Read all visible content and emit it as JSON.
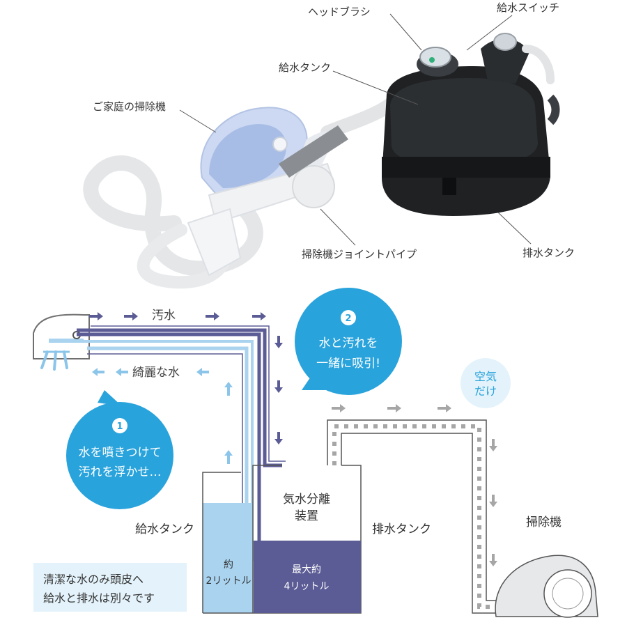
{
  "photo_labels": {
    "head_brush": "ヘッドブラシ",
    "supply_switch": "給水スイッチ",
    "supply_tank": "給水タンク",
    "home_vacuum": "ご家庭の掃除機",
    "joint_pipe": "掃除機ジョイントパイプ",
    "drain_tank": "排水タンク"
  },
  "diagram": {
    "dirty_water": "汚水",
    "clean_water": "綺麗な水",
    "bubble1": {
      "number": "1",
      "line1": "水を噴きつけて",
      "line2": "汚れを浮かせ…"
    },
    "bubble2": {
      "number": "2",
      "line1": "水と汚れを",
      "line2": "一緒に吸引!"
    },
    "air_only": {
      "line1": "空気",
      "line2": "だけ"
    },
    "separator": {
      "line1": "気水分離",
      "line2": "装置"
    },
    "supply_tank_label": "給水タンク",
    "drain_tank_label": "排水タンク",
    "vacuum_label": "掃除機",
    "supply_capacity": {
      "line1": "約",
      "line2": "2リットル"
    },
    "drain_capacity": {
      "line1": "最大約",
      "line2": "4リットル"
    },
    "note": {
      "line1": "清潔な水のみ頭皮へ",
      "line2": "給水と排水は別々です"
    }
  },
  "colors": {
    "dirty": "#5b5b95",
    "clean": "#a9d3ef",
    "clean_arrow": "#8cc5ea",
    "bubble": "#29a3dc",
    "air": "#a6a6a6",
    "note_bg": "#e4f3fb",
    "text": "#333333"
  }
}
